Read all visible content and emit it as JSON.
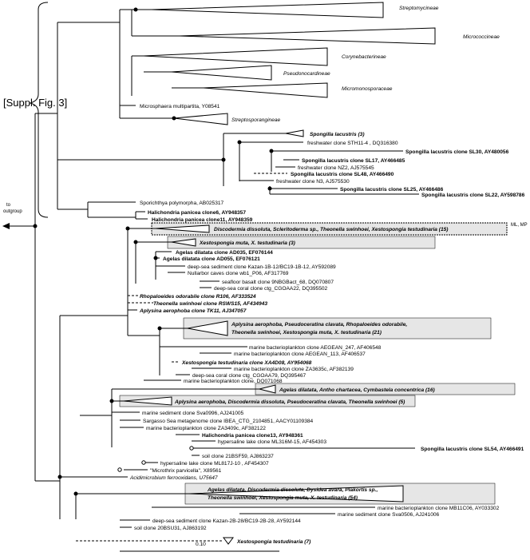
{
  "bracket_label": "[Suppl. Fig. 3]",
  "outgroup_label": "to\noutgroup",
  "scale_label": "0.10",
  "annotation": "ML, MP",
  "labels": {
    "streptomycineae": "Streptomycineae",
    "micrococcineae": "Micrococcineae",
    "corynebacterineae": "Corynebacterineae",
    "pseudonocardineae": "Pseudonocardineae",
    "micromonosporaceae": "Micromonosporaceae",
    "microsphaera": "Microsphaera multipartita, Y08541",
    "streptosporangineae": "Streptosporangineae",
    "spongilla3": "Spongilla lacustris (3)",
    "fw_sth": "freshwater clone STH11-4 , DQ316380",
    "sl30": "Spongilla lacustris clone SL30, AY480056",
    "sl17": "Spongilla lacustris clone SL17, AY466485",
    "fw_nz2": "freshwater clone NZ2, AJ575545",
    "sl48": "Spongilla lacustris clone SL48, AY466490",
    "fw_n3": "freshwater clone N3, AJ575530",
    "sl25": "Spongilla lacustris clone SL25, AY466486",
    "sl22": "Spongilla lacustris clone SL22, AY598786",
    "sporichthya": "Sporichthya polymorpha, AB025317",
    "halichondria6": "Halichondria panicea clone6, AY948357",
    "halichondria11": "Halichondria panicea clone11, AY948359",
    "discodermia15": "Discodermia dissoluta, Scleritoderma sp., Theonella swinhoei, Xestospongia testudinaria (15)",
    "xestospongia3": "Xestospongia muta, X. testudinaria (3)",
    "ad035": "Agelas dilatata clone AD035, EF076144",
    "ad055": "Agelas dilatata clone AD055, EF076121",
    "kazan1b": "deep-sea sediment clone Kazan-1B-12/BC19-1B-12, AY592089",
    "nullarbor": "Nullarbor caves clone wb1_P06, AF317769",
    "seafloor": "seafloor basalt clone 9NBGBact_68, DQ070807",
    "coral22": "deep-sea coral clone ctg_CGOAA22, DQ395502",
    "rhopaloeides": "Rhopaloeides odorabile clone R106, AF333524",
    "rsws15": "Theonella swinhoei clone RSWS15, AF434943",
    "tk11": "Aplysina aerophoba clone TK11, AJ347057",
    "aplysina21_1": "Aplysina aerophoba, Pseudoceratina clavata, Rhopaloeides odorabile,",
    "aplysina21_2": "Theonella swinhoei, Xestospongia muta, X. testudinaria (21)",
    "aegean247": "marine bacterioplankton clone AEGEAN_247, AF406548",
    "aegean113": "marine bacterioplankton clone AEGEAN_113, AF406537",
    "xa4d08": "Xestospongia testudinaria clone XA4D08, AY954068",
    "za3635c": "marine bacterioplankton clone ZA3635c, AF382139",
    "coral79": "deep-sea coral clone ctg_CGOAA79, DQ395467",
    "plankton_dq": "marine bacterioplankton clone, DQ071068",
    "agelas16": "Agelas dilatata, Antho chartacea, Cymbastela concentrica (16)",
    "aplysina5": "Aplysina aerophoba, Discodermia dissoluta, Pseudoceratina clavata, Theonella swinhoei (5)",
    "sva0996": "marine sediment clone Sva0996, AJ241005",
    "sargasso": "Sargasso Sea metagenome clone IBEA_CTG_2104851, AACY01109384",
    "za3409c": "marine bacterioplankton clone ZA3409c, AF382122",
    "halichondria13": "Halichondria panicea clone13, AY948361",
    "ml316m": "hypersaline lake clone ML316M-15, AF454303",
    "sl54": "Spongilla lacustris clone SL54, AY466491",
    "soil21bsf": "soil clone 21BSF59, AJ863237",
    "ml817j": "hypersaline lake clone ML817J-10 , AF454307",
    "microthrix": "\"Microthrix parvicella\", X89561",
    "acidimicrobium": "Acidimicrobium ferrooxidans, U75647",
    "agelas54_1": "Agelas dilatata, Discodermia dissoluta, Dysidea avara, Plakortis sp.,",
    "agelas54_2": "Theonella swinhoei, Xestospongia muta, X. testudinaria (54)",
    "mb11c06": "marine bacterioplankton clone MB11C06, AY033302",
    "sva0506": "marine sediment clone Sva0506, AJ241006",
    "kazan2b": "deep-sea sediment clone Kazan-2B-28/BC19-2B-28, AY592144",
    "soil20bsu": "soil clone 20BSU31, AJ863192",
    "xestospongia7": "Xestospongia testudinaria (7)"
  }
}
